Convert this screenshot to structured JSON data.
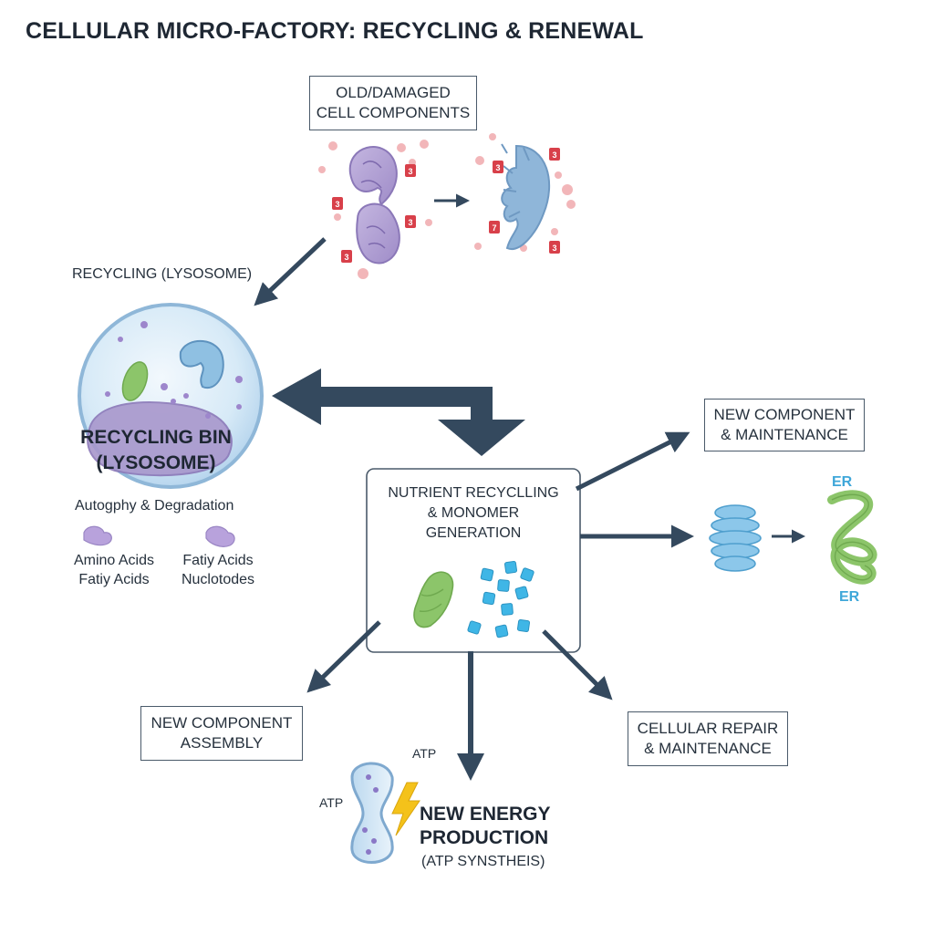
{
  "title": "CELLULAR MICRO-FACTORY: RECYCLING & RENEWAL",
  "old_components": {
    "line1": "OLD/DAMAGED",
    "line2": "CELL COMPONENTS"
  },
  "recycling_label": "RECYCLING (LYSOSOME)",
  "recycling_bin": {
    "line1": "RECYCLING BIN",
    "line2": "(LYSOSOME)"
  },
  "autophagy_label": "Autogphy & Degradation",
  "products": {
    "left_line1": "Amino Acids",
    "left_line2": "Fatiy Acids",
    "right_line1": "Fatiy Acids",
    "right_line2": "Nuclotodes"
  },
  "nutrient_box": {
    "line1": "NUTRIENT RECYCLLING",
    "line2": "& MONOMER",
    "line3": "GENERATION"
  },
  "new_component_maintenance": {
    "line1": "NEW COMPONENT",
    "line2": "& MAINTENANCE"
  },
  "er_labels": {
    "top": "ER",
    "bottom": "ER"
  },
  "new_component_assembly": {
    "line1": "NEW COMPONENT",
    "line2": "ASSEMBLY"
  },
  "cellular_repair": {
    "line1": "CELLULAR REPAIR",
    "line2": "& MAINTENANCE"
  },
  "atp_labels": {
    "top": "ATP",
    "left": "ATP"
  },
  "energy": {
    "line1": "NEW ENERGY",
    "line2": "PRODUCTION",
    "line3": "(ATP SYNSTHEIS)"
  },
  "damage_badges": [
    "3",
    "3",
    "3",
    "3",
    "3",
    "3",
    "7",
    "3"
  ],
  "colors": {
    "arrow": "#34495e",
    "lysosome_fill": "#cfe6f6",
    "lysosome_stroke": "#8fb7d8",
    "purple": "#a897cc",
    "blue_organelle": "#8fb6d9",
    "green": "#8cc56a",
    "cube": "#3fb6e6",
    "badge": "#d8404a",
    "dot": "#f2b6b9",
    "er_label": "#3fa7d9",
    "lightning": "#f4c21a"
  },
  "icons": [
    "mitochondrion-icon",
    "fragment-icon",
    "lysosome-icon",
    "ribosome-icon",
    "er-icon",
    "lightning-icon",
    "monomer-cube-icon"
  ]
}
